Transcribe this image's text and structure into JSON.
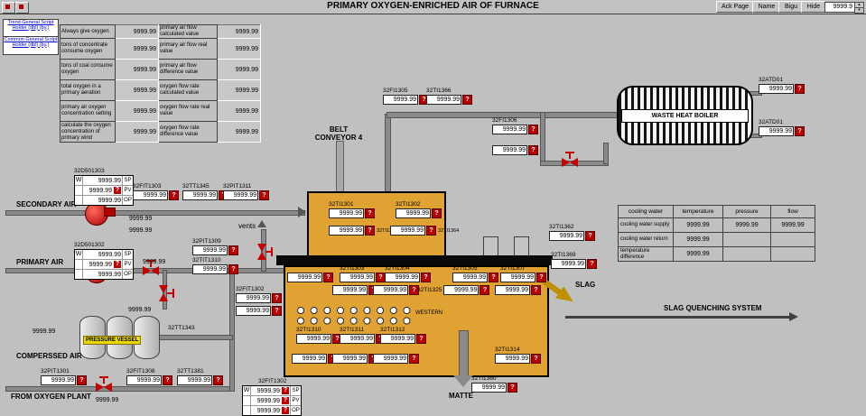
{
  "titlebar": {
    "title": "PRIMARY OXYGEN-ENRICHED AIR OF FURNACE",
    "buttons": [
      "Ack Page",
      "Name",
      "Bigu",
      "Hide"
    ],
    "spinner_value": "9999.9"
  },
  "misc": {
    "q": "?",
    "w": "W",
    "up": "▲",
    "down": "▼"
  },
  "script_holders": [
    "Trend General Script Holder (dbl) (by.)",
    "Common General Script Holder (dbl) (by.)"
  ],
  "summary_table": {
    "rows": [
      {
        "l1": "Always give oxygen",
        "v1": "9999.99",
        "l2": "primary air flow calculated value",
        "v2": "9999.99"
      },
      {
        "l1": "tons of concentrate consume oxygen",
        "v1": "9999.99",
        "l2": "primary air flow real value",
        "v2": "9999.99"
      },
      {
        "l1": "tons of coal consume oxygen",
        "v1": "9999.99",
        "l2": "primary air flow difference value",
        "v2": "9999.99"
      },
      {
        "l1": "total oxygen in a primary aeration",
        "v1": "9999.99",
        "l2": "oxygen flow rate calculated value",
        "v2": "9999.99"
      },
      {
        "l1": "primary air oxygen concentration setting",
        "v1": "9999.99",
        "l2": "oxygen flow rate real value",
        "v2": "9999.99"
      },
      {
        "l1": "calculate the oxygen concentration of primary wind",
        "v1": "9999.99",
        "l2": "oxygen flow rate difference value",
        "v2": "9999.99"
      }
    ]
  },
  "cooling_table": {
    "col_headers": [
      "cooling water",
      "temperature",
      "pressure",
      "flow"
    ],
    "rows": [
      {
        "label": "cooling water supply",
        "temperature": "9999.99",
        "pressure": "9999.99",
        "flow": "9999.99"
      },
      {
        "label": "cooling water return",
        "temperature": "9999.99",
        "pressure": "",
        "flow": ""
      },
      {
        "label": "temperature difference",
        "temperature": "9999.99",
        "pressure": "",
        "flow": ""
      }
    ]
  },
  "labels": {
    "secondary_air": "SECONDARY AIR",
    "primary_air": "PRIMARY AIR",
    "compressed_air": "COMPERSSED AIR",
    "from_oxygen_plant": "FROM OXYGEN PLANT",
    "vents": "vents",
    "belt1": "BELT",
    "belt2": "CONVEYOR 4",
    "waste_heat_boiler": "WASTE HEAT BOILER",
    "pressure_vessel": "PRESSURE VESSEL",
    "slag": "SLAG",
    "slag_quenching": "SLAG QUENCHING SYSTEM",
    "matte": "MATTE",
    "western": "WESTERN"
  },
  "readouts": {
    "secondary_flow1": "9999.99",
    "secondary_flow2": "9999.99",
    "primary_flow": "9999.99",
    "stub_value": "9999.99",
    "stub_tag": "32TT1343",
    "compressed": "9999.99",
    "oxygen_valve": "9999.99"
  },
  "controllers": [
    {
      "tag": "32D501303",
      "rows": [
        {
          "value": "9999.99",
          "letter": "SP"
        },
        {
          "value": "9999.99",
          "letter": "PV"
        },
        {
          "value": "9999.99",
          "letter": "OP"
        }
      ]
    },
    {
      "tag": "32D501302",
      "rows": [
        {
          "value": "9999.99",
          "letter": "SP"
        },
        {
          "value": "9999.99",
          "letter": "PV"
        },
        {
          "value": "9999.99",
          "letter": "OP"
        }
      ]
    },
    {
      "tag": "32FIT1302",
      "rows": [
        {
          "value": "9999.99",
          "letter": "SP"
        },
        {
          "value": "9999.99",
          "letter": "PV"
        },
        {
          "value": "9999.99",
          "letter": "OP"
        }
      ]
    }
  ],
  "instruments": [
    {
      "tag": "32FIT1303",
      "value": "9999.99"
    },
    {
      "tag": "32TT1345",
      "value": "9999.99"
    },
    {
      "tag": "32PIT1311",
      "value": "9999.99"
    },
    {
      "tag": "32PIT1309",
      "value": "9999.99"
    },
    {
      "tag": "32TIT1310",
      "value": "9999.99"
    },
    {
      "tag": "32FIT1302",
      "value": "9999.99"
    },
    {
      "tag": "",
      "value": "9999.99"
    },
    {
      "tag": "32PIT1301",
      "value": "9999.99"
    },
    {
      "tag": "32FIT1308",
      "value": "9999.99"
    },
    {
      "tag": "32TT1381",
      "value": "9999.99"
    },
    {
      "tag": "32FI1305",
      "value": "9999.99"
    },
    {
      "tag": "32TI1366",
      "value": "9999.99"
    },
    {
      "tag": "32FI1306",
      "value": "9999.99"
    },
    {
      "tag": "",
      "value": "9999.99"
    },
    {
      "tag": "32ATD01",
      "value": "9999.99"
    },
    {
      "tag": "32ATD01",
      "value": "9999.99"
    },
    {
      "tag": "32TI1362",
      "value": "9999.99"
    },
    {
      "tag": "32TI1369",
      "value": "9999.99"
    },
    {
      "tag": "32TI1301",
      "value": "9999.99"
    },
    {
      "tag": "32TI1302",
      "value": "9999.99"
    },
    {
      "tag": "32TI1363",
      "value": "9999.99"
    },
    {
      "tag": "32TI1364",
      "value": "9999.99"
    },
    {
      "tag": "",
      "value": "9999.99"
    },
    {
      "tag": "32TI1303",
      "value": "9999.99"
    },
    {
      "tag": "32TI1304",
      "value": "9999.99"
    },
    {
      "tag": "32TI1305",
      "value": "9999.99"
    },
    {
      "tag": "32TI1307",
      "value": "9999.99"
    },
    {
      "tag": "",
      "value": "9999.99"
    },
    {
      "tag": "",
      "value": "9999.99"
    },
    {
      "tag": "32TI1325",
      "value": "9999.99"
    },
    {
      "tag": "",
      "value": "9999.99"
    },
    {
      "tag": "32TI1310",
      "value": "9999.99"
    },
    {
      "tag": "32TI1311",
      "value": "9999.99"
    },
    {
      "tag": "32TI1312",
      "value": "9999.99"
    },
    {
      "tag": "",
      "value": "9999.99"
    },
    {
      "tag": "",
      "value": "9999.99"
    },
    {
      "tag": "",
      "value": "9999.99"
    },
    {
      "tag": "32TI1314",
      "value": "9999.99"
    },
    {
      "tag": "32TI1360",
      "value": "9999.99"
    }
  ]
}
